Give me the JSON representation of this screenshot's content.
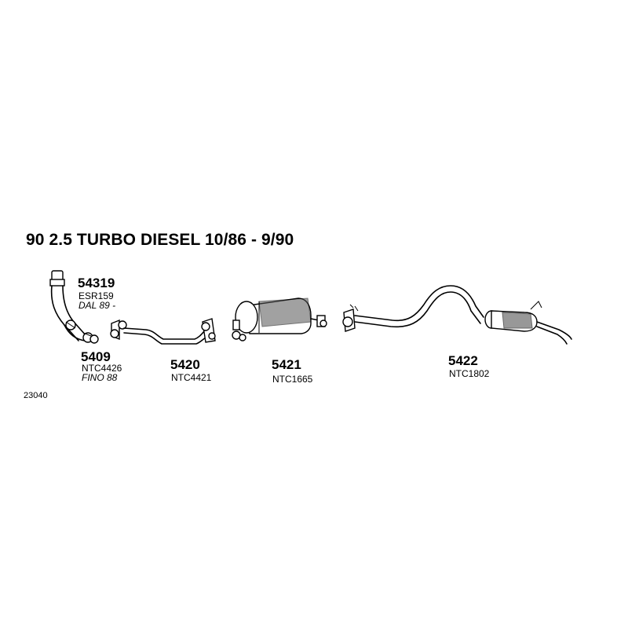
{
  "diagram": {
    "title": "90 2.5 TURBO DIESEL  10/86 -  9/90",
    "catalog_code": "23040",
    "parts": [
      {
        "id": "p54319",
        "number": "54319",
        "oem": "ESR159",
        "note": "DAL 89 -",
        "icon": "downpipe-icon"
      },
      {
        "id": "p5409",
        "number": "5409",
        "oem": "NTC4426",
        "note": "FINO  88",
        "icon": "downpipe-icon"
      },
      {
        "id": "p5420",
        "number": "5420",
        "oem": "NTC4421",
        "note": "",
        "icon": "intermediate-pipe-icon"
      },
      {
        "id": "p5421",
        "number": "5421",
        "oem": "NTC1665",
        "note": "",
        "icon": "center-silencer-icon"
      },
      {
        "id": "p5422",
        "number": "5422",
        "oem": "NTC1802",
        "note": "",
        "icon": "rear-silencer-icon"
      }
    ]
  }
}
